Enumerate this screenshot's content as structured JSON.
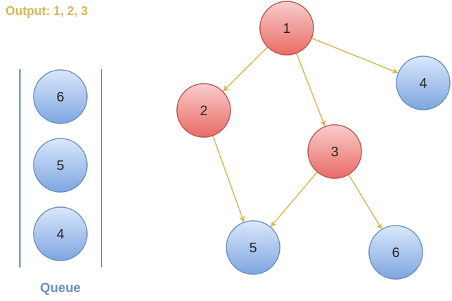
{
  "output": {
    "text": "Output: 1, 2, 3"
  },
  "queue": {
    "label": "Queue",
    "items": [
      "6",
      "5",
      "4"
    ]
  },
  "graph": {
    "nodes": [
      {
        "id": "n1",
        "label": "1",
        "visited": true
      },
      {
        "id": "n2",
        "label": "2",
        "visited": true
      },
      {
        "id": "n3",
        "label": "3",
        "visited": true
      },
      {
        "id": "n4",
        "label": "4",
        "visited": false
      },
      {
        "id": "n5",
        "label": "5",
        "visited": false
      },
      {
        "id": "n6",
        "label": "6",
        "visited": false
      }
    ],
    "edges": [
      {
        "from": "n1",
        "to": "n2"
      },
      {
        "from": "n1",
        "to": "n3"
      },
      {
        "from": "n1",
        "to": "n4"
      },
      {
        "from": "n2",
        "to": "n5"
      },
      {
        "from": "n3",
        "to": "n5"
      },
      {
        "from": "n3",
        "to": "n6"
      }
    ]
  },
  "colors": {
    "visited_fill_top": "#f8cecc",
    "visited_fill_bottom": "#ea6b66",
    "visited_stroke": "#b85450",
    "unvisited_fill_top": "#dae8fc",
    "unvisited_fill_bottom": "#7ea6e0",
    "unvisited_stroke": "#6c8ebf",
    "edge": "#d6b656",
    "output_text": "#d6b656",
    "queue_text": "#6c8ebf"
  }
}
